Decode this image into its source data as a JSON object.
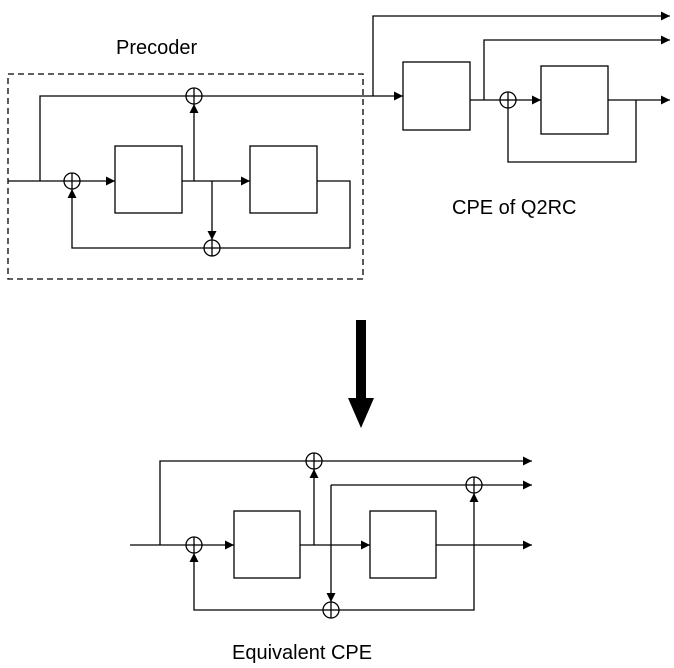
{
  "labels": {
    "precoder": "Precoder",
    "cpe_of_q2rc": "CPE of Q2RC",
    "equivalent_cpe": "Equivalent CPE"
  },
  "colors": {
    "stroke": "#000000",
    "background": "#ffffff"
  },
  "icons": {
    "adder": "circle-plus-icon",
    "arrowhead": "arrowhead-icon",
    "transform_arrow": "thick-down-arrow-icon"
  }
}
